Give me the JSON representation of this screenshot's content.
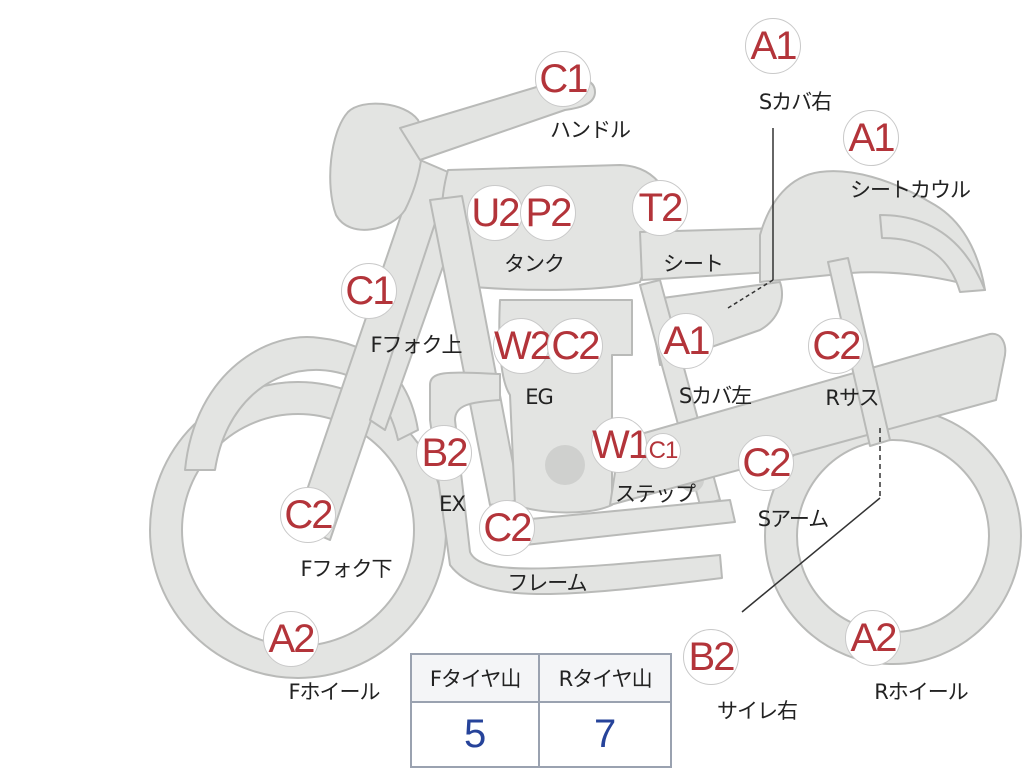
{
  "parts": [
    {
      "id": "handle",
      "code": "C1",
      "label": "ハンドル"
    },
    {
      "id": "side-cover-right",
      "code": "A1",
      "label": "Sカバ右"
    },
    {
      "id": "seat-cowl",
      "code": "A1",
      "label": "シートカウル"
    },
    {
      "id": "tank",
      "codes": [
        "U2",
        "P2"
      ],
      "label": "タンク"
    },
    {
      "id": "seat",
      "code": "T2",
      "label": "シート"
    },
    {
      "id": "fork-upper",
      "code": "C1",
      "label": "Fフォク上"
    },
    {
      "id": "engine",
      "codes": [
        "W2",
        "C2"
      ],
      "label": "EG"
    },
    {
      "id": "side-cover-left",
      "code": "A1",
      "label": "Sカバ左"
    },
    {
      "id": "rear-suspension",
      "code": "C2",
      "label": "Rサス"
    },
    {
      "id": "exhaust",
      "code": "B2",
      "label": "EX"
    },
    {
      "id": "step",
      "codes": [
        "W1",
        "C1"
      ],
      "label": "ステップ"
    },
    {
      "id": "swing-arm",
      "code": "C2",
      "label": "Sアーム"
    },
    {
      "id": "fork-lower",
      "code": "C2",
      "label": "Fフォク下"
    },
    {
      "id": "frame",
      "code": "C2",
      "label": "フレーム"
    },
    {
      "id": "muffler-right",
      "code": "B2",
      "label": "サイレ右"
    },
    {
      "id": "front-wheel",
      "code": "A2",
      "label": "Fホイール"
    },
    {
      "id": "rear-wheel",
      "code": "A2",
      "label": "Rホイール"
    }
  ],
  "tire_table": {
    "front_header": "Fタイヤ山",
    "rear_header": "Rタイヤ山",
    "front_value": "5",
    "rear_value": "7"
  },
  "colors": {
    "body": "#e3e4e2",
    "outline": "#b9bab8",
    "badge_text": "#b3343a",
    "value_text": "#26439a"
  }
}
